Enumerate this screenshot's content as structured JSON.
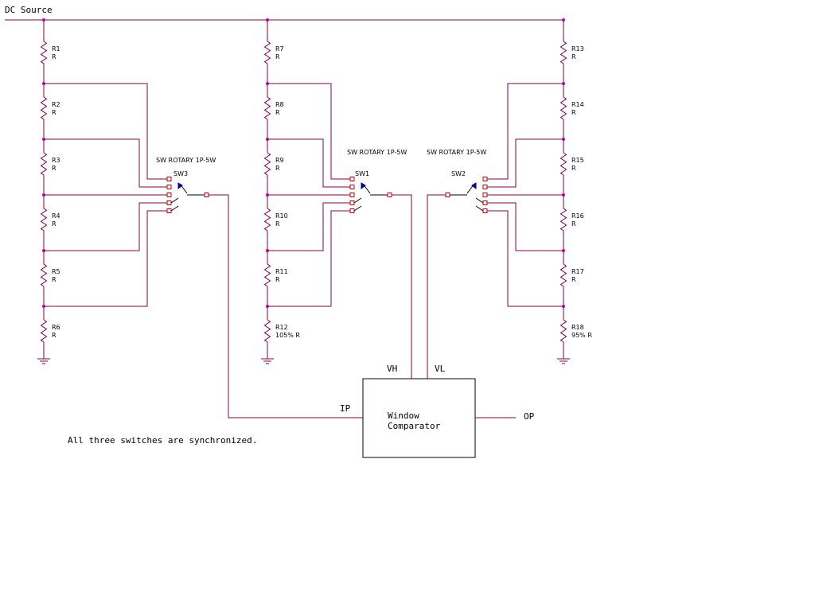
{
  "diagram": {
    "source_label": "DC Source",
    "note": "All three switches are synchronized.",
    "ladders": [
      {
        "resistors": [
          {
            "ref": "R1",
            "value": "R"
          },
          {
            "ref": "R2",
            "value": "R"
          },
          {
            "ref": "R3",
            "value": "R"
          },
          {
            "ref": "R4",
            "value": "R"
          },
          {
            "ref": "R5",
            "value": "R"
          },
          {
            "ref": "R6",
            "value": "R"
          }
        ]
      },
      {
        "resistors": [
          {
            "ref": "R7",
            "value": "R"
          },
          {
            "ref": "R8",
            "value": "R"
          },
          {
            "ref": "R9",
            "value": "R"
          },
          {
            "ref": "R10",
            "value": "R"
          },
          {
            "ref": "R11",
            "value": "R"
          },
          {
            "ref": "R12",
            "value": "105% R"
          }
        ]
      },
      {
        "resistors": [
          {
            "ref": "R13",
            "value": "R"
          },
          {
            "ref": "R14",
            "value": "R"
          },
          {
            "ref": "R15",
            "value": "R"
          },
          {
            "ref": "R16",
            "value": "R"
          },
          {
            "ref": "R17",
            "value": "R"
          },
          {
            "ref": "R18",
            "value": "95% R"
          }
        ]
      }
    ],
    "switches": [
      {
        "ref": "SW3",
        "type": "SW ROTARY 1P-5W"
      },
      {
        "ref": "SW1",
        "type": "SW ROTARY 1P-5W"
      },
      {
        "ref": "SW2",
        "type": "SW ROTARY 1P-5W"
      }
    ],
    "comparator": {
      "line1": "Window",
      "line2": "Comparator",
      "in_label": "IP",
      "out_label": "OP",
      "vh_label": "VH",
      "vl_label": "VL"
    },
    "colors": {
      "wire": "#8b0040",
      "junction": "#cc00cc",
      "terminal": "#cc0000",
      "wiper_arrow": "#0000cc",
      "block": "#000000"
    }
  }
}
